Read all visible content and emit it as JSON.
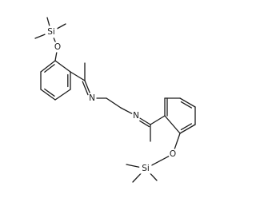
{
  "molecule": {
    "atoms": [
      {
        "id": "c1",
        "el": "C",
        "label": ""
      },
      {
        "id": "si1",
        "el": "Si",
        "label": "Si"
      },
      {
        "id": "c2",
        "el": "C",
        "label": ""
      },
      {
        "id": "c3",
        "el": "C",
        "label": ""
      },
      {
        "id": "o1",
        "el": "O",
        "label": "O"
      },
      {
        "id": "a1",
        "el": "C",
        "label": ""
      },
      {
        "id": "a2",
        "el": "C",
        "label": ""
      },
      {
        "id": "a3",
        "el": "C",
        "label": ""
      },
      {
        "id": "a4",
        "el": "C",
        "label": ""
      },
      {
        "id": "a5",
        "el": "C",
        "label": ""
      },
      {
        "id": "a6",
        "el": "C",
        "label": ""
      },
      {
        "id": "cim1",
        "el": "C",
        "label": ""
      },
      {
        "id": "me1",
        "el": "C",
        "label": ""
      },
      {
        "id": "n1",
        "el": "N",
        "label": "N"
      },
      {
        "id": "ch1",
        "el": "C",
        "label": ""
      },
      {
        "id": "ch2",
        "el": "C",
        "label": ""
      },
      {
        "id": "n2",
        "el": "N",
        "label": "N"
      },
      {
        "id": "cim2",
        "el": "C",
        "label": ""
      },
      {
        "id": "me2",
        "el": "C",
        "label": ""
      },
      {
        "id": "b1",
        "el": "C",
        "label": ""
      },
      {
        "id": "b2",
        "el": "C",
        "label": ""
      },
      {
        "id": "b3",
        "el": "C",
        "label": ""
      },
      {
        "id": "b4",
        "el": "C",
        "label": ""
      },
      {
        "id": "b5",
        "el": "C",
        "label": ""
      },
      {
        "id": "b6",
        "el": "C",
        "label": ""
      },
      {
        "id": "o2",
        "el": "O",
        "label": "O"
      },
      {
        "id": "si2",
        "el": "Si",
        "label": "Si"
      },
      {
        "id": "c4",
        "el": "C",
        "label": ""
      },
      {
        "id": "c5",
        "el": "C",
        "label": ""
      },
      {
        "id": "c6",
        "el": "C",
        "label": ""
      }
    ],
    "bonds": [
      {
        "a": "si1",
        "b": "c1",
        "order": 1
      },
      {
        "a": "si1",
        "b": "c2",
        "order": 1
      },
      {
        "a": "si1",
        "b": "c3",
        "order": 1
      },
      {
        "a": "si1",
        "b": "o1",
        "order": 1
      },
      {
        "a": "o1",
        "b": "a1",
        "order": 1
      },
      {
        "a": "a1",
        "b": "a2",
        "order": 2
      },
      {
        "a": "a2",
        "b": "a3",
        "order": 1
      },
      {
        "a": "a3",
        "b": "a4",
        "order": 2
      },
      {
        "a": "a4",
        "b": "a5",
        "order": 1
      },
      {
        "a": "a5",
        "b": "a6",
        "order": 2
      },
      {
        "a": "a6",
        "b": "a1",
        "order": 1
      },
      {
        "a": "a6",
        "b": "cim1",
        "order": 1
      },
      {
        "a": "cim1",
        "b": "me1",
        "order": 1
      },
      {
        "a": "cim1",
        "b": "n1",
        "order": 2
      },
      {
        "a": "n1",
        "b": "ch1",
        "order": 1
      },
      {
        "a": "ch1",
        "b": "ch2",
        "order": 1
      },
      {
        "a": "ch2",
        "b": "n2",
        "order": 1
      },
      {
        "a": "n2",
        "b": "cim2",
        "order": 2
      },
      {
        "a": "cim2",
        "b": "me2",
        "order": 1
      },
      {
        "a": "cim2",
        "b": "b1",
        "order": 1
      },
      {
        "a": "b1",
        "b": "b2",
        "order": 2
      },
      {
        "a": "b2",
        "b": "b3",
        "order": 1
      },
      {
        "a": "b3",
        "b": "b4",
        "order": 2
      },
      {
        "a": "b4",
        "b": "b5",
        "order": 1
      },
      {
        "a": "b5",
        "b": "b6",
        "order": 2
      },
      {
        "a": "b6",
        "b": "b1",
        "order": 1
      },
      {
        "a": "b6",
        "b": "o2",
        "order": 1
      },
      {
        "a": "o2",
        "b": "si2",
        "order": 1
      },
      {
        "a": "si2",
        "b": "c4",
        "order": 1
      },
      {
        "a": "si2",
        "b": "c5",
        "order": 1
      },
      {
        "a": "si2",
        "b": "c6",
        "order": 1
      }
    ]
  }
}
